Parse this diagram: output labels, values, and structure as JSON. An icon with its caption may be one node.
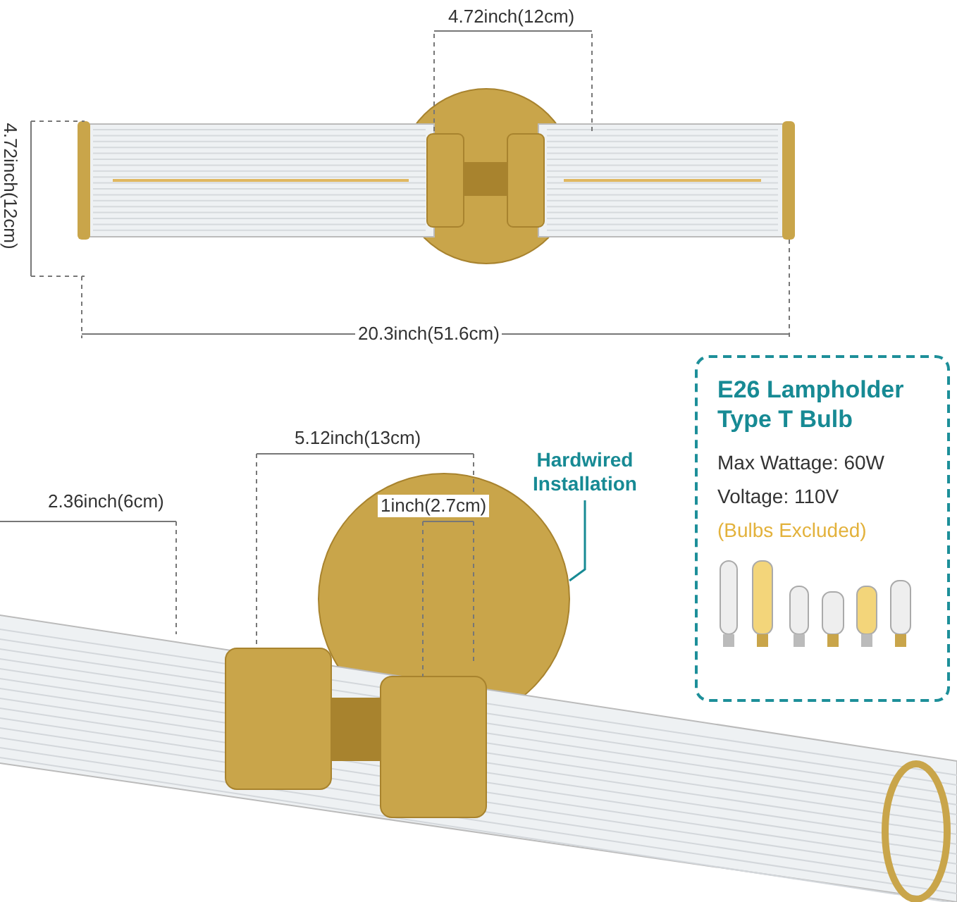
{
  "diagram": {
    "nodes": [
      {
        "text": [
          "Hardwired Installation"
        ]
      },
      {
        "text": [],
        "shape": "picture"
      },
      {
        "text": [
          "E26 Lampholder Type T Bulb",
          "Max Wattage: 60W",
          "Voltage: 110V",
          "(Bulbs Excluded)"
        ]
      }
    ],
    "edges": [
      {
        "from": 0,
        "to": 1,
        "arrow": "none"
      }
    ],
    "labels": [
      "4.72inch(12cm)",
      "4.72inch(12cm)",
      "20.3inch(51.6cm)",
      "5.12inch(13cm)",
      "2.36inch(6cm)",
      "1inch(2.7cm)"
    ]
  }
}
